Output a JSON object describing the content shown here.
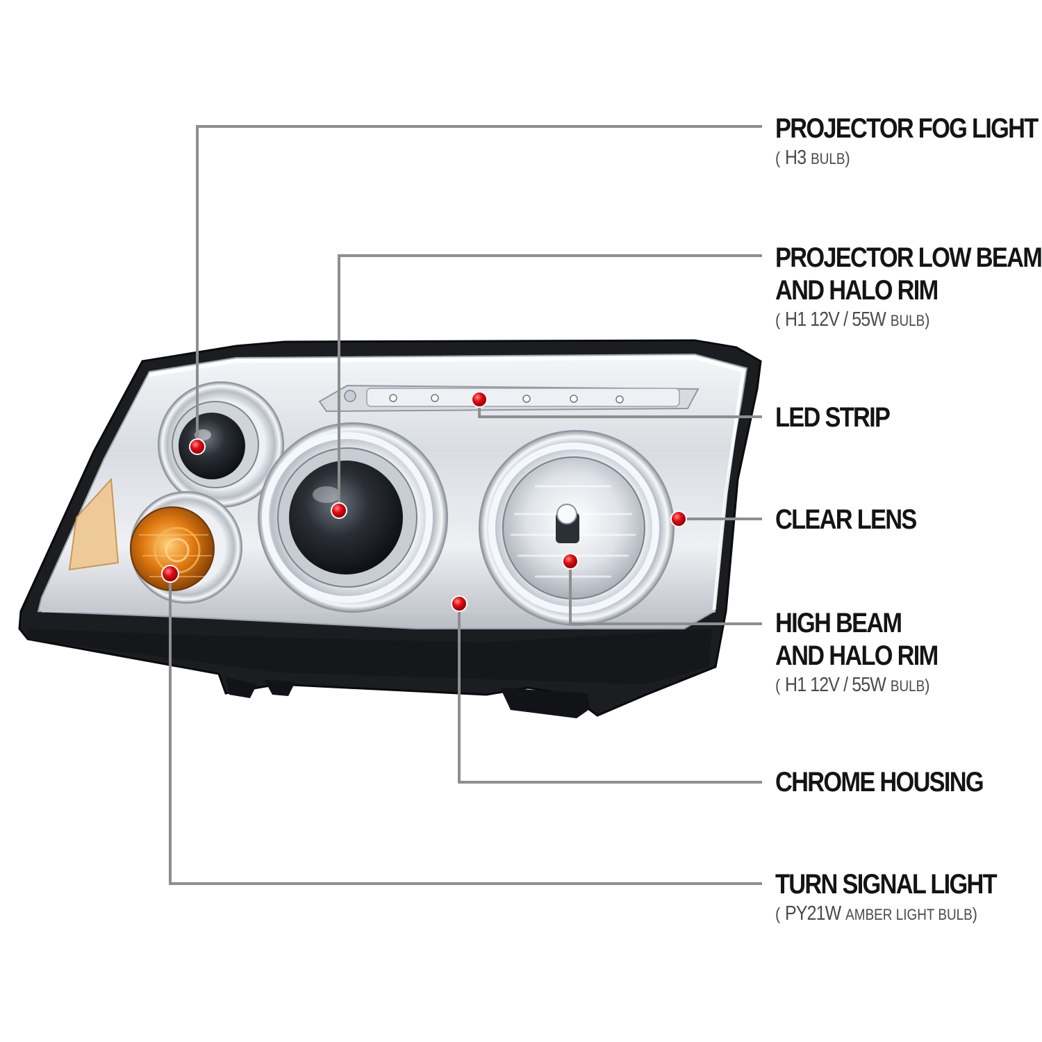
{
  "colors": {
    "leader_gray": "#8e8e8e",
    "leader_red": "#b1151c",
    "marker_red": "#e10a12",
    "amber": "#e07a10"
  },
  "callouts": [
    {
      "id": "fog",
      "title_lines": [
        "PROJECTOR FOG LIGHT"
      ],
      "spec_main": "H3",
      "spec_unit": "BULB"
    },
    {
      "id": "low",
      "title_lines": [
        "PROJECTOR LOW BEAM",
        "AND HALO RIM"
      ],
      "spec_main": "H1  12V / 55W",
      "spec_unit": "BULB"
    },
    {
      "id": "led",
      "title_lines": [
        "LED STRIP"
      ],
      "spec_main": "",
      "spec_unit": ""
    },
    {
      "id": "clear",
      "title_lines": [
        "CLEAR LENS"
      ],
      "spec_main": "",
      "spec_unit": ""
    },
    {
      "id": "high",
      "title_lines": [
        "HIGH BEAM",
        "AND HALO RIM"
      ],
      "spec_main": "H1  12V / 55W",
      "spec_unit": "BULB"
    },
    {
      "id": "chrome",
      "title_lines": [
        "CHROME HOUSING"
      ],
      "spec_main": "",
      "spec_unit": ""
    },
    {
      "id": "turn",
      "title_lines": [
        "TURN SIGNAL LIGHT"
      ],
      "spec_main": "PY21W",
      "spec_unit": "AMBER LIGHT BULB"
    }
  ],
  "spec_open": "(",
  "spec_close": ")"
}
